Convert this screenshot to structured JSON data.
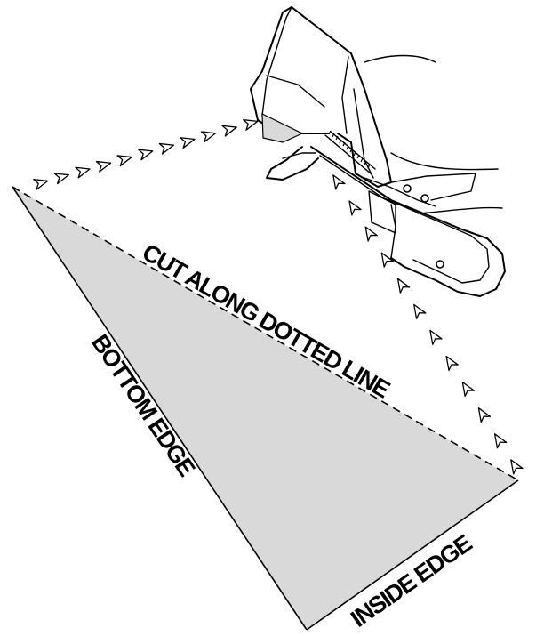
{
  "labels": {
    "cut_line": "CUT ALONG DOTTED LINE",
    "bottom_edge": "BOTTOM EDGE",
    "inside_edge": "INSIDE EDGE"
  },
  "colors": {
    "template_fill": "#d9d9d9",
    "line": "#000000",
    "background": "#ffffff"
  },
  "icons": {
    "arrow": "chevron-arrow-icon"
  }
}
